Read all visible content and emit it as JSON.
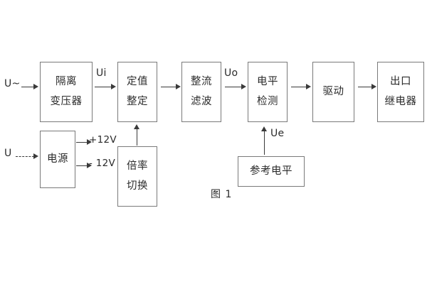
{
  "figure": {
    "caption": "图 1",
    "blocks": [
      {
        "id": "isolation-transformer",
        "lines": [
          "隔离",
          "变压器"
        ]
      },
      {
        "id": "setting-value",
        "lines": [
          "定值",
          "整定"
        ]
      },
      {
        "id": "rectify-filter",
        "lines": [
          "整流",
          "滤波"
        ]
      },
      {
        "id": "level-detection",
        "lines": [
          "电平",
          "检测"
        ]
      },
      {
        "id": "drive",
        "lines": [
          "驱动"
        ]
      },
      {
        "id": "output-relay",
        "lines": [
          "出口",
          "继电器"
        ]
      },
      {
        "id": "power-supply",
        "lines": [
          "电源"
        ]
      },
      {
        "id": "multiplier-switch",
        "lines": [
          "倍率",
          "切换"
        ]
      },
      {
        "id": "reference-level",
        "lines": [
          "参考电平"
        ]
      }
    ],
    "signals": {
      "ac_input": "U~",
      "dc_input": "U",
      "ui": "Ui",
      "uo": "Uo",
      "ue": "Ue",
      "pos_rail": "+12V",
      "neg_rail": "- 12V"
    },
    "colors": {
      "box_border": "#7a7a7a",
      "arrow": "#3a3a3a",
      "text": "#2b2b2b",
      "background": "#ffffff"
    }
  }
}
